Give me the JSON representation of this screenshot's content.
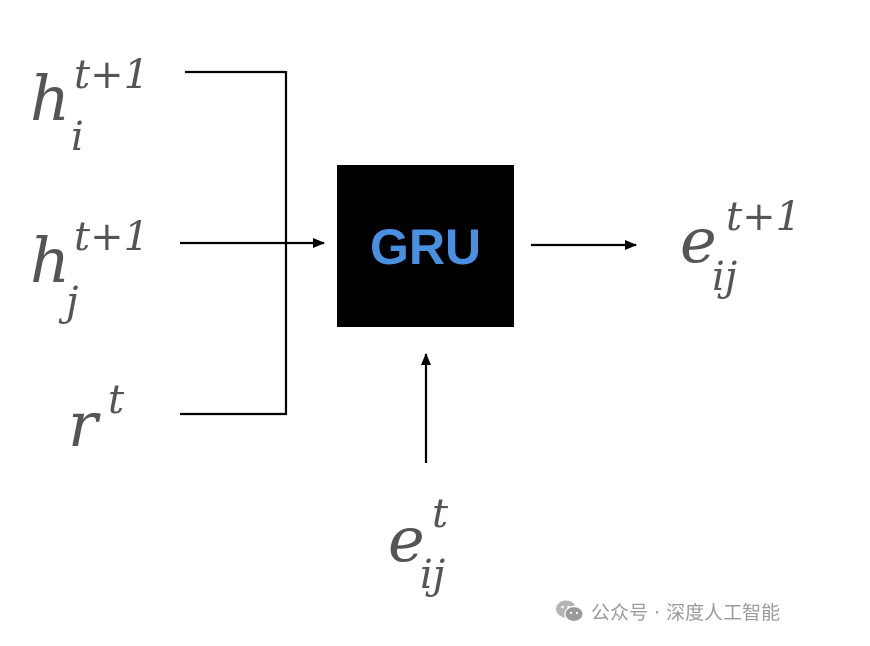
{
  "inputs": {
    "h_i": {
      "base": "h",
      "sup": "t+1",
      "sub": "i"
    },
    "h_j": {
      "base": "h",
      "sup": "t+1",
      "sub": "j"
    },
    "r": {
      "base": "r",
      "sup": "t"
    }
  },
  "gru": {
    "label": "GRU",
    "label_color": "#4a90e2",
    "box_color": "#000000"
  },
  "output": {
    "base": "e",
    "sup": "t+1",
    "sub": "ij"
  },
  "recurrent_input": {
    "base": "e",
    "sup": "t",
    "sub": "ij"
  },
  "watermark": {
    "text": "公众号 · 深度人工智能",
    "icon": "wechat-icon"
  },
  "colors": {
    "line": "#000000",
    "math_text": "#555555",
    "watermark": "#9a9a9a"
  }
}
